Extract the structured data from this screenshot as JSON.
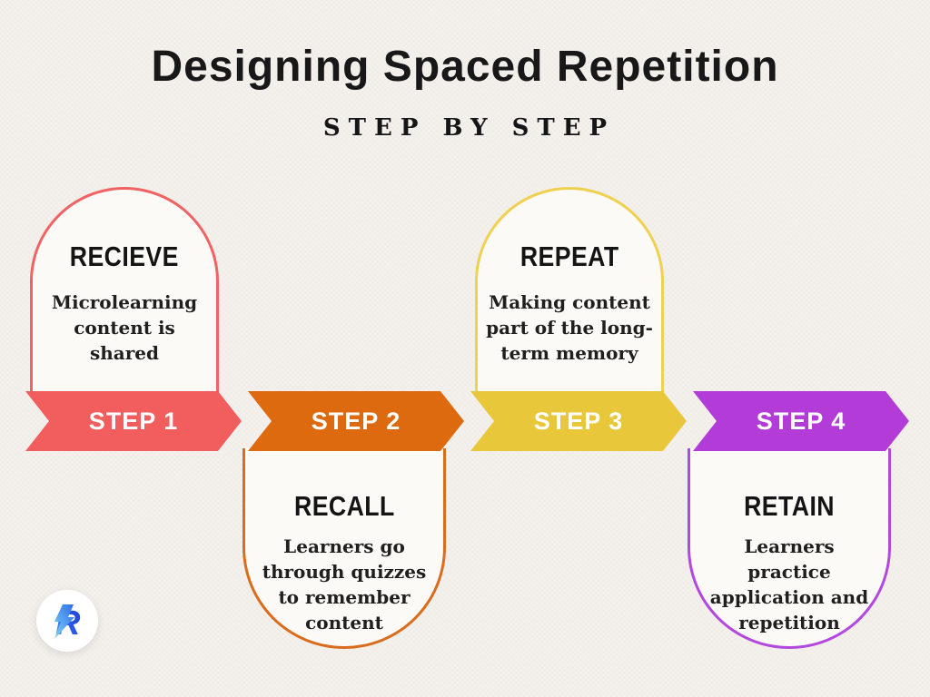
{
  "header": {
    "title": "Designing Spaced Repetition",
    "subtitle": "STEP BY STEP"
  },
  "steps": [
    {
      "label": "STEP 1",
      "title": "RECIEVE",
      "description": "Microlearning\ncontent is\nshared",
      "card_position": "above",
      "banner_color": "#f25e5e",
      "border_color": "#f16262"
    },
    {
      "label": "STEP 2",
      "title": "RECALL",
      "description": "Learners go\nthrough quizzes\nto remember\ncontent",
      "card_position": "below",
      "banner_color": "#de6a10",
      "border_color": "#da6c1e"
    },
    {
      "label": "STEP 3",
      "title": "REPEAT",
      "description": "Making content\npart of the long-\nterm memory",
      "card_position": "above",
      "banner_color": "#e9c73b",
      "border_color": "#efd04f"
    },
    {
      "label": "STEP 4",
      "title": "RETAIN",
      "description": "Learners\npractice\napplication and\nrepetition",
      "card_position": "below",
      "banner_color": "#b33bd8",
      "border_color": "#b248de"
    }
  ],
  "logo": {
    "letter": "R",
    "circle_color": "#ffffff",
    "gradient_start": "#54b9f0",
    "gradient_end": "#1f3ed8"
  },
  "theme": {
    "background": "#f5f2ee",
    "card_background": "#fcfaf7",
    "text_color": "#1c1c1c",
    "banner_text_color": "#ffffff"
  }
}
